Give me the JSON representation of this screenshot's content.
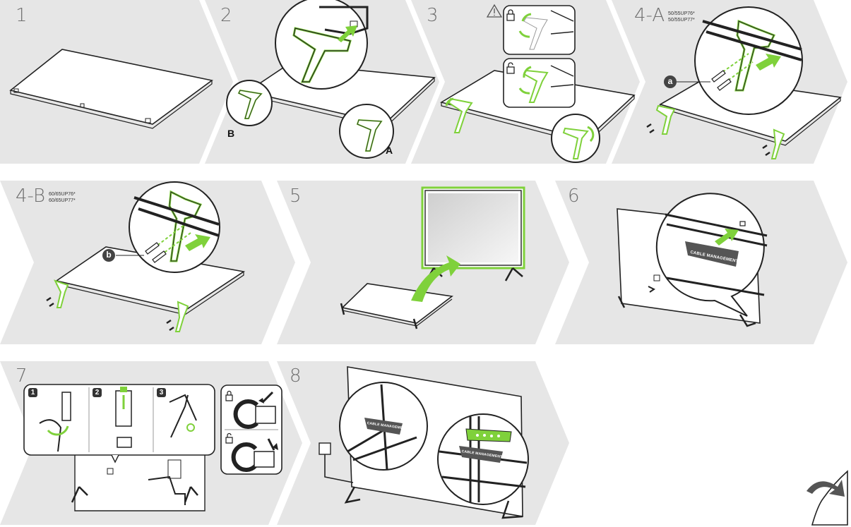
{
  "steps": [
    {
      "id": "1",
      "label": "1"
    },
    {
      "id": "2",
      "label": "2",
      "callouts": [
        "B",
        "A"
      ]
    },
    {
      "id": "3",
      "label": "3"
    },
    {
      "id": "4a",
      "label": "4-A",
      "models": [
        "50/55UP76*",
        "50/55UP77*"
      ],
      "screw_tag": "a"
    },
    {
      "id": "4b",
      "label": "4-B",
      "models": [
        "60/65UP76*",
        "60/65UP77*"
      ],
      "screw_tag": "b"
    },
    {
      "id": "5",
      "label": "5"
    },
    {
      "id": "6",
      "label": "6",
      "cable_label": "CABLE MANAGEMENT"
    },
    {
      "id": "7",
      "label": "7",
      "substeps": [
        "1",
        "2",
        "3"
      ]
    },
    {
      "id": "8",
      "label": "8",
      "cable_label": "CABLE MANAGEMENT"
    }
  ],
  "colors": {
    "panel_bg": "#e6e6e6",
    "accent_green": "#7fd13b",
    "line": "#222222",
    "badge": "#444444"
  },
  "icons": [
    "warning-icon",
    "lock-closed-icon",
    "lock-open-icon",
    "turn-page-icon"
  ]
}
